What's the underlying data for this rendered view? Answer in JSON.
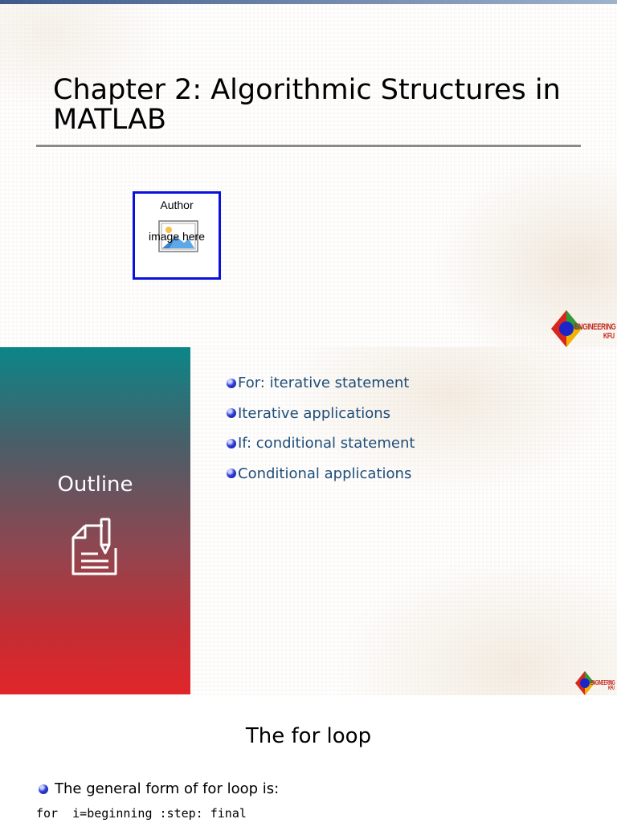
{
  "slide1": {
    "title": "Chapter 2: Algorithmic Structures in MATLAB",
    "author_placeholder": {
      "label": "Author",
      "image_text": "image here"
    },
    "logo": {
      "line1": "ENGINEERING",
      "line2": "KFU"
    }
  },
  "slide2": {
    "outline_title": "Outline",
    "bullets": [
      "For: iterative statement",
      "Iterative applications",
      "If: conditional statement",
      "Conditional applications"
    ],
    "logo": {
      "line1": "ENGINEERING",
      "line2": "KFU"
    }
  },
  "slide3": {
    "title": "The for loop",
    "bullet": "The general form of  for loop is:",
    "code": "for  i=beginning :step: final"
  },
  "colors": {
    "panel_top": "#0b8688",
    "panel_bottom": "#e0262a",
    "bullet_text": "#1f4d78",
    "author_box_border": "#0a12d9"
  }
}
